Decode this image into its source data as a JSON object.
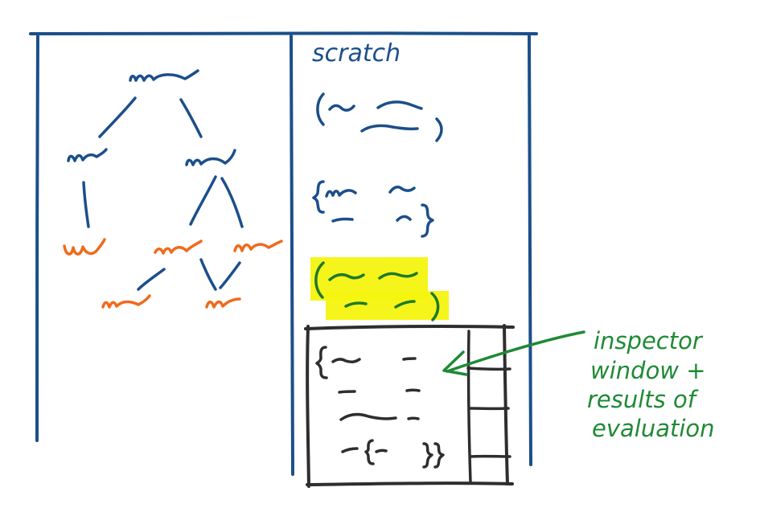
{
  "scratch_panel": {
    "title": "scratch"
  },
  "annotation": {
    "lines": [
      "inspector",
      "window +",
      "results of",
      "evaluation"
    ]
  },
  "colors": {
    "frame": "#1b4f8a",
    "tree_node": "#1b4f8a",
    "result_node": "#f06a1c",
    "highlight": "#f6f40f",
    "highlight_ink": "#1e7a2b",
    "inspector_frame": "#2e2e2e",
    "annotation": "#1f8a35"
  }
}
